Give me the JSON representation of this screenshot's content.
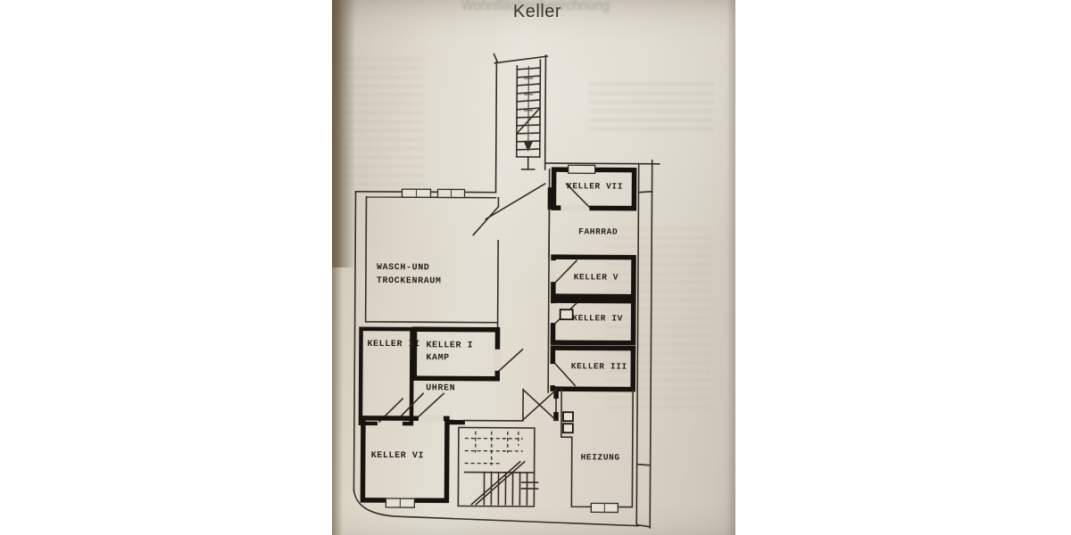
{
  "photo": {
    "title": "Keller",
    "bleedthrough_text": "Wohnflächenberechnung"
  },
  "floorplan": {
    "type": "basement-floor-plan",
    "rooms": [
      {
        "id": "keller-vii",
        "label": "KELLER VII"
      },
      {
        "id": "fahrrad",
        "label": "FAHRRAD"
      },
      {
        "id": "keller-v",
        "label": "KELLER V"
      },
      {
        "id": "keller-iv",
        "label": "KELLER IV"
      },
      {
        "id": "keller-iii",
        "label": "KELLER III"
      },
      {
        "id": "heizung",
        "label": "HEIZUNG"
      },
      {
        "id": "wasch-trockenraum",
        "label": "WASCH-UND",
        "label2": "TROCKENRAUM"
      },
      {
        "id": "keller-ii",
        "label": "KELLER II"
      },
      {
        "id": "keller-i",
        "label": "KELLER I",
        "label2": "KAMP"
      },
      {
        "id": "uhren",
        "label": "UHREN"
      },
      {
        "id": "keller-vi",
        "label": "KELLER VI"
      }
    ]
  },
  "colors": {
    "paper": "#ded8cc",
    "paper_dark_edge": "#5e503a",
    "ink_thin": "#332d25",
    "ink_wall": "#17130e",
    "title_text": "#3a352c"
  }
}
